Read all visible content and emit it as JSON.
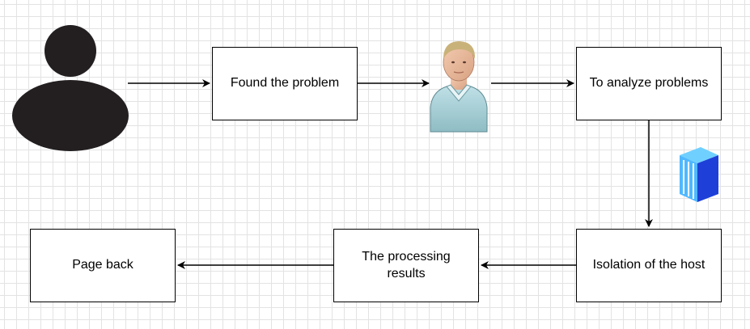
{
  "nodes": {
    "found_problem": "Found the problem",
    "analyze_problems": "To analyze problems",
    "isolation_host": "Isolation of the host",
    "processing_results": "The processing results",
    "page_back": "Page back"
  },
  "icons": {
    "user": "user-silhouette-icon",
    "operator": "operator-avatar-icon",
    "server": "server-icon"
  },
  "colors": {
    "silhouette": "#231f20",
    "server_blue": "#1e40d8",
    "server_light": "#4fb8ff"
  },
  "edges": [
    {
      "from": "user",
      "to": "found_problem"
    },
    {
      "from": "found_problem",
      "to": "operator"
    },
    {
      "from": "operator",
      "to": "analyze_problems"
    },
    {
      "from": "analyze_problems",
      "to": "isolation_host"
    },
    {
      "from": "isolation_host",
      "to": "processing_results"
    },
    {
      "from": "processing_results",
      "to": "page_back"
    }
  ]
}
